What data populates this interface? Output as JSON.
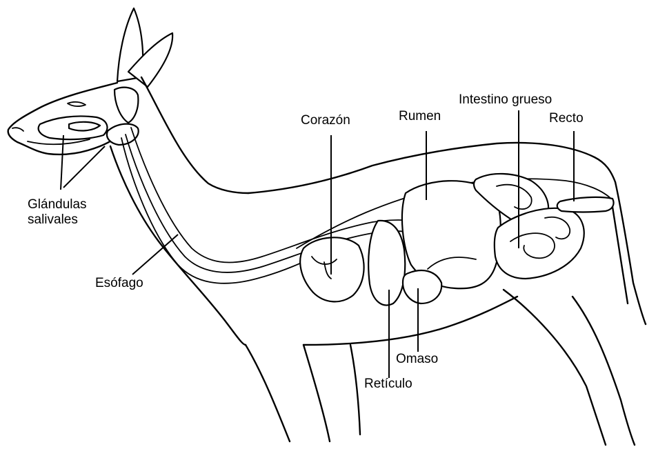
{
  "labels": {
    "glandulas_line1": "Glándulas",
    "glandulas_line2": "salivales",
    "esofago": "Esófago",
    "corazon": "Corazón",
    "rumen": "Rumen",
    "intestino_grueso": "Intestino grueso",
    "recto": "Recto",
    "omaso": "Omaso",
    "reticulo": "Retículo"
  },
  "colors": {
    "line": "#000000",
    "background": "#ffffff"
  }
}
